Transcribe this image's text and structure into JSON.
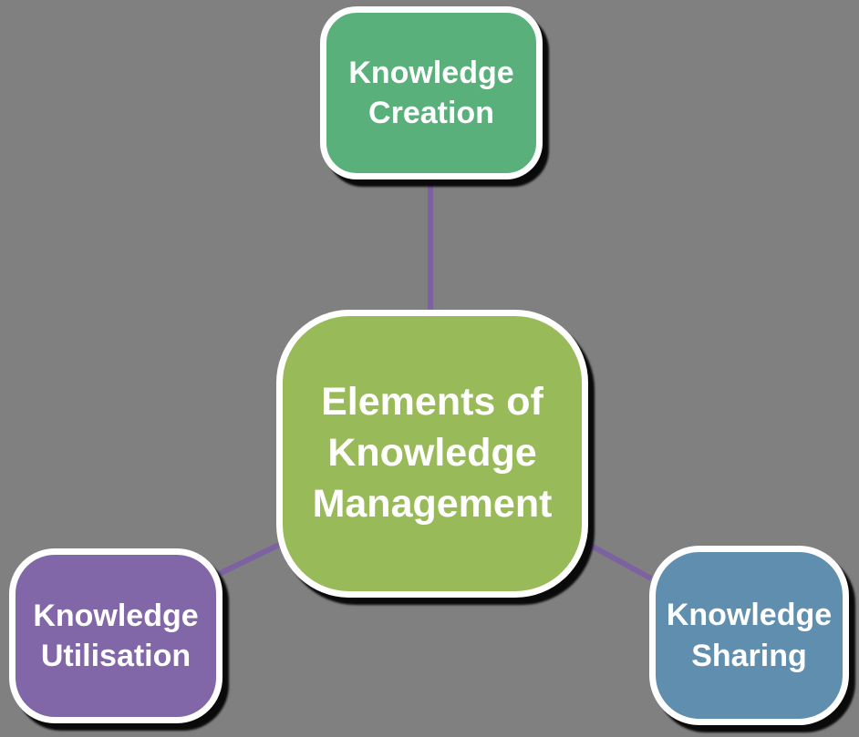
{
  "diagram": {
    "background_color": "#808080",
    "connector_color": "#7C62A1",
    "center_node": {
      "label": "Elements of Knowledge Management",
      "color": "#99BA58"
    },
    "nodes": [
      {
        "label": "Knowledge Creation",
        "color": "#5AB07B",
        "position": "top"
      },
      {
        "label": "Knowledge Utilisation",
        "color": "#8167A8",
        "position": "bottom-left"
      },
      {
        "label": "Knowledge Sharing",
        "color": "#608EAE",
        "position": "bottom-right"
      }
    ],
    "edges": [
      {
        "from": "center",
        "to": "Knowledge Creation"
      },
      {
        "from": "center",
        "to": "Knowledge Utilisation"
      },
      {
        "from": "center",
        "to": "Knowledge Sharing"
      }
    ]
  }
}
